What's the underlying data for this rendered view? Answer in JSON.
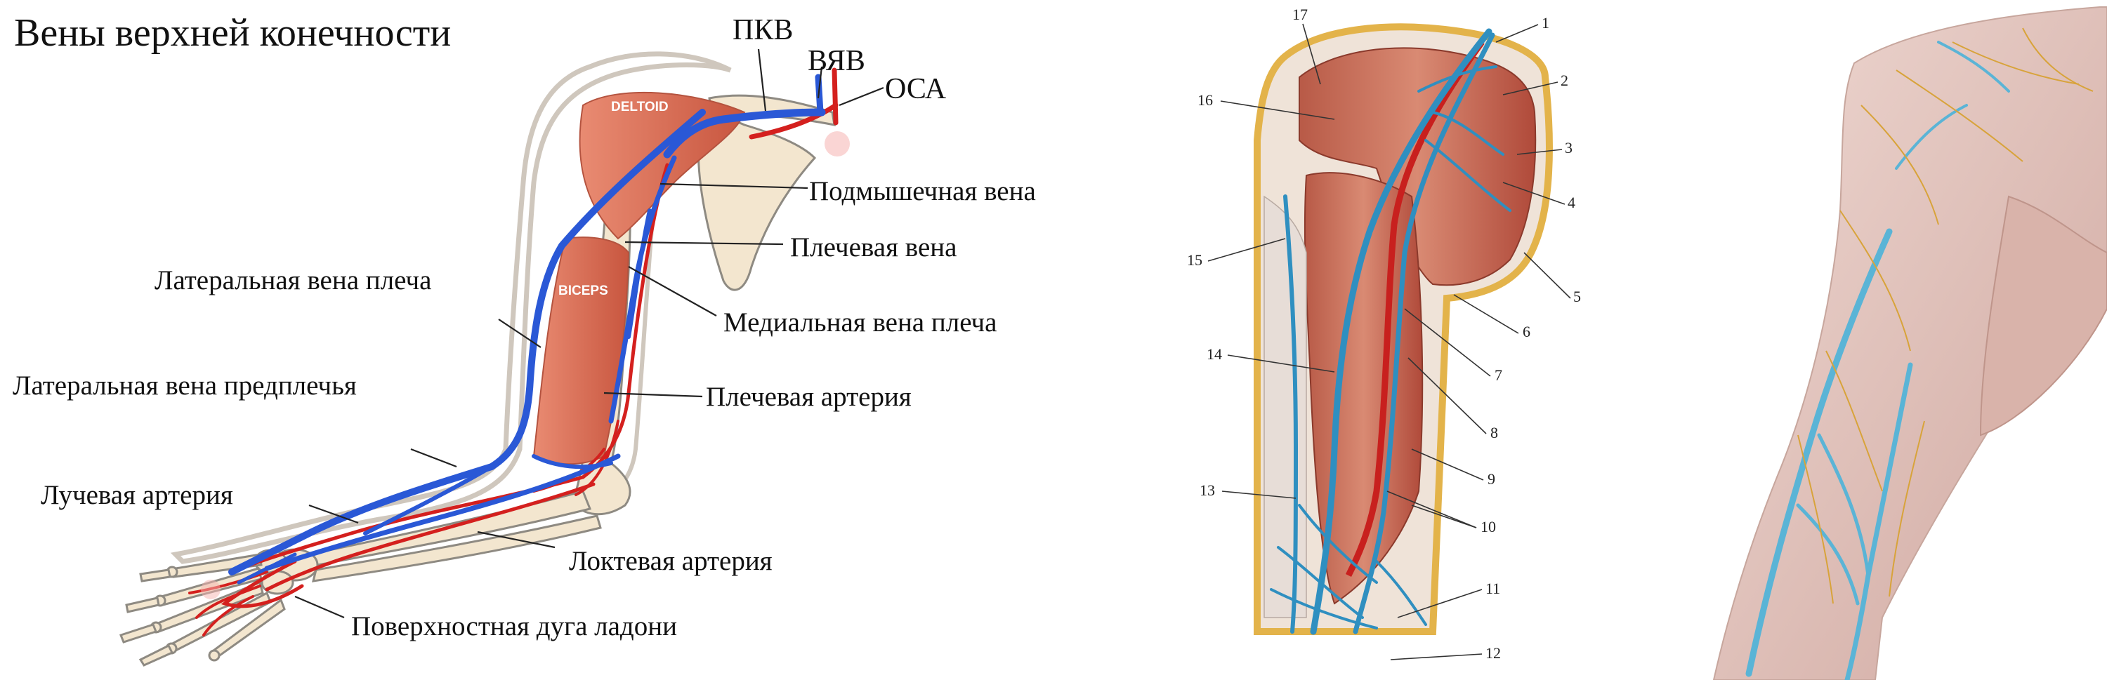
{
  "title": "Вены верхней конечности",
  "abbreviations": {
    "pkv": "ПКВ",
    "vyav": "ВЯВ",
    "osa": "ОСА"
  },
  "muscles": {
    "deltoid": "DELTOID",
    "biceps": "BICEPS"
  },
  "labels": {
    "axillary_vein": "Подмышечная вена",
    "brachial_vein": "Плечевая вена",
    "cephalic_vein": "Латеральная вена плеча",
    "basilic_vein": "Медиальная вена плеча",
    "cephalic_forearm": "Латеральная вена предплечья",
    "brachial_artery": "Плечевая артерия",
    "radial_artery": "Лучевая артерия",
    "ulnar_artery": "Локтевая артерия",
    "palmar_arch": "Поверхностная дуга ладони"
  },
  "figure_numbers": [
    "1",
    "2",
    "3",
    "4",
    "5",
    "6",
    "7",
    "8",
    "9",
    "10",
    "11",
    "12",
    "13",
    "14",
    "15",
    "16",
    "17"
  ],
  "colors": {
    "vein": "#2a58d6",
    "artery": "#d4201e",
    "muscle": "#e07a63",
    "bone": "#f3e6cf",
    "outline": "#c9c2b8",
    "skin": "#e6c9c0",
    "vein_light": "#5ab4d6",
    "nerve": "#d8a33a",
    "frame": "#e3b34a"
  }
}
